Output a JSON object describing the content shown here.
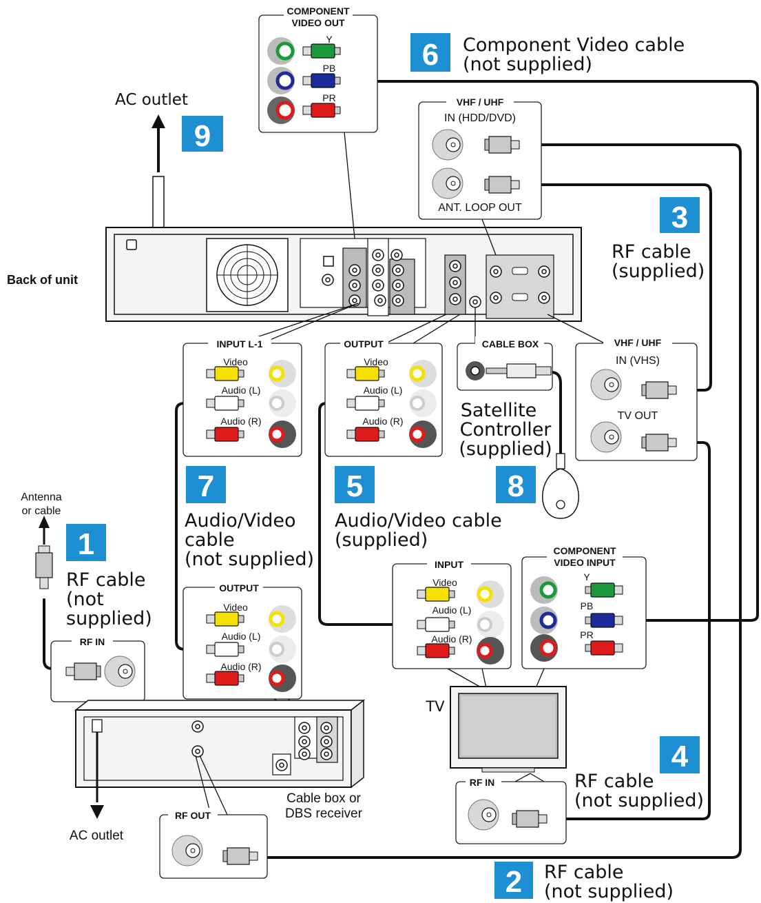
{
  "steps": [
    {
      "number": "1",
      "lines": [
        "RF cable",
        "(not",
        "supplied)"
      ]
    },
    {
      "number": "2",
      "lines": [
        "RF cable",
        "(not supplied)"
      ]
    },
    {
      "number": "3",
      "lines": [
        "RF cable",
        "(supplied)"
      ]
    },
    {
      "number": "4",
      "lines": [
        "RF cable",
        "(not supplied)"
      ]
    },
    {
      "number": "5",
      "lines": [
        "Audio/Video cable",
        "(supplied)"
      ]
    },
    {
      "number": "6",
      "lines": [
        "Component Video cable",
        "(not supplied)"
      ]
    },
    {
      "number": "7",
      "lines": [
        "Audio/Video",
        "cable",
        "(not supplied)"
      ]
    },
    {
      "number": "8",
      "lines": [
        "Satellite",
        "Controller",
        "(supplied)"
      ]
    },
    {
      "number": "9",
      "lines": [
        "AC outlet"
      ]
    }
  ],
  "labels": {
    "back_of_unit": "Back of unit",
    "antenna_line1": "Antenna",
    "antenna_line2": "or cable",
    "ac_outlet_bottom": "AC outlet",
    "cable_box_line1": "Cable box or",
    "cable_box_line2": "DBS receiver",
    "tv": "TV"
  },
  "boxes": {
    "component_video_out": {
      "title_line1": "COMPONENT",
      "title_line2": "VIDEO OUT",
      "ports": [
        "Y",
        "PB",
        "PR"
      ]
    },
    "vhf_uhf_top": {
      "title": "VHF / UHF",
      "in_label": "IN (HDD/DVD)",
      "out_label": "ANT. LOOP OUT"
    },
    "input_l1": {
      "title": "INPUT L-1",
      "ports": [
        "Video",
        "Audio (L)",
        "Audio (R)"
      ]
    },
    "output_unit": {
      "title": "OUTPUT",
      "ports": [
        "Video",
        "Audio (L)",
        "Audio (R)"
      ]
    },
    "cable_box_jack": {
      "title": "CABLE BOX"
    },
    "vhf_uhf_right": {
      "title": "VHF / UHF",
      "in_label": "IN (VHS)",
      "out_label": "TV OUT"
    },
    "rf_in_left": {
      "title": "RF IN"
    },
    "output_receiver": {
      "title": "OUTPUT",
      "ports": [
        "Video",
        "Audio (L)",
        "Audio (R)"
      ]
    },
    "tv_input": {
      "title": "INPUT",
      "ports": [
        "Video",
        "Audio (L)",
        "Audio (R)"
      ]
    },
    "tv_component": {
      "title_line1": "COMPONENT",
      "title_line2": "VIDEO INPUT",
      "ports": [
        "Y",
        "PB",
        "PR"
      ]
    },
    "tv_rf_in": {
      "title": "RF IN"
    },
    "rf_out": {
      "title": "RF OUT"
    }
  },
  "colors": {
    "accent": "#1e8fd3",
    "video": "#f6e000",
    "audio_l": "#ffffff",
    "audio_r": "#e01b1b",
    "y": "#1a9a3a",
    "pb": "#1c2a9a",
    "pr": "#e01b1b"
  }
}
